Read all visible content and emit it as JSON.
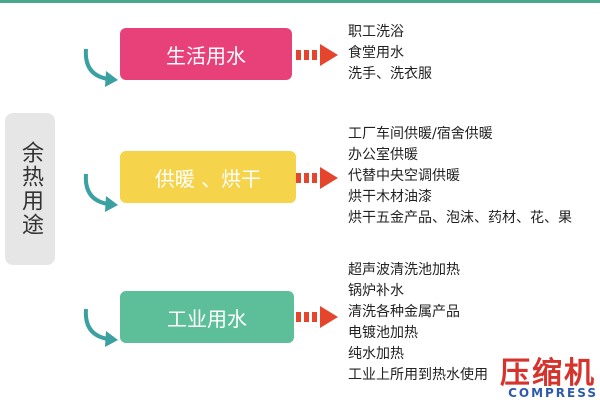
{
  "root": {
    "label": "余热用途"
  },
  "categories": [
    {
      "label": "生活用水",
      "items": [
        "职工洗浴",
        "食堂用水",
        "洗手、洗衣服"
      ]
    },
    {
      "label": "供暖 、烘干",
      "items": [
        "工厂车间供暖/宿舍供暖",
        "办公室供暖",
        "代替中央空调供暖",
        "烘干木材油漆",
        "烘干五金产品、泡沫、药材、花、果"
      ]
    },
    {
      "label": "工业用水",
      "items": [
        "超声波清洗池加热",
        "锅炉补水",
        "清洗各种金属产品",
        "电镀池加热",
        "纯水加热",
        "工业上所用到热水使用"
      ]
    }
  ],
  "watermark": {
    "text": "压缩机",
    "sub": "COMPRESS"
  },
  "colors": {
    "pink": "#e8417a",
    "yellow": "#f5d34a",
    "green": "#5dbf99",
    "arrow_red": "#e5452d",
    "connector_teal": "#3aa0a0"
  }
}
